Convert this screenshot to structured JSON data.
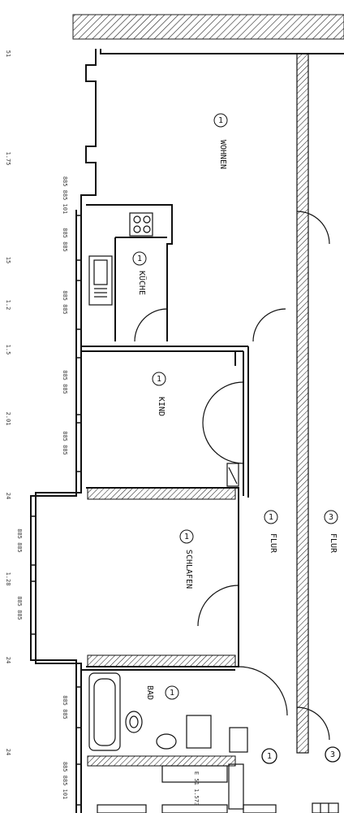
{
  "plan": {
    "rooms": [
      {
        "id": "wohnen",
        "label": "WOHNEN",
        "num": "1"
      },
      {
        "id": "kueche",
        "label": "KÜCHE",
        "num": "1"
      },
      {
        "id": "kind",
        "label": "KIND",
        "num": "1"
      },
      {
        "id": "flur1",
        "label": "FLUR",
        "num": "1"
      },
      {
        "id": "flur3",
        "label": "FLUR",
        "num": "3"
      },
      {
        "id": "schlafen",
        "label": "SCHLAFEN",
        "num": "1"
      },
      {
        "id": "bad",
        "label": "BAD",
        "num": "1"
      }
    ],
    "window_labels": [
      "885 885 101",
      "885 885",
      "885 885",
      "885 885",
      "885 885",
      "885 885",
      "885 885",
      "885 885",
      "885 885 101"
    ],
    "dimensions": [
      "51",
      "1.75",
      "15",
      "1.2",
      "1.5",
      "2.01",
      "24",
      "1.28",
      "24",
      "24"
    ],
    "entry_markers": [
      "1",
      "3"
    ],
    "bottom_label": "E 51 1.573"
  }
}
